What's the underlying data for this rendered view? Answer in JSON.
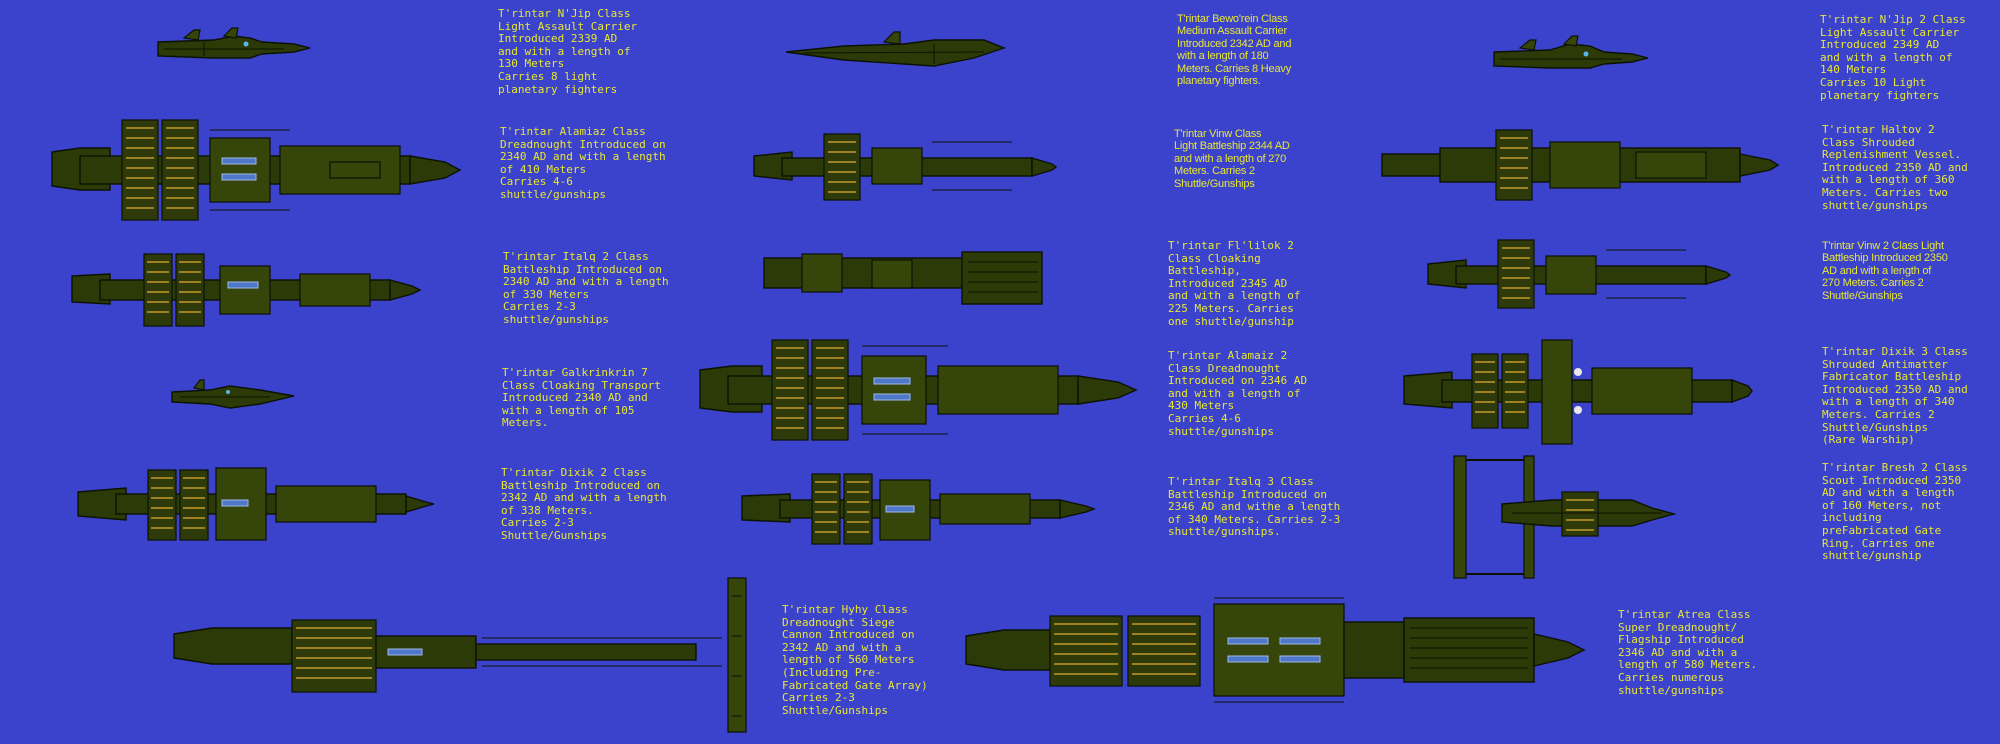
{
  "palette": {
    "background": "#3b42cc",
    "caption": "#e8e832",
    "hull": "#2c3a08",
    "pod_stripe": "#c49a2a"
  },
  "captions": {
    "njip": "T'rintar N'Jip Class\nLight Assault Carrier\nIntroduced 2339 AD\nand with a length of\n130 Meters\nCarries 8 light\nplanetary fighters",
    "alamiaz": "T'rintar Alamiaz Class\nDreadnought Introduced on\n2340 AD and with a length\nof 410 Meters\nCarries 4-6\nshuttle/gunships",
    "italq2": "T'rintar Italq 2 Class\nBattleship Introduced on\n2340 AD and with a length\nof 330 Meters\nCarries 2-3\nshuttle/gunships",
    "galkrinkrin": "T'rintar Galkrinkrin 7\nClass Cloaking Transport\nIntroduced 2340 AD and\nwith a length of 105\nMeters.",
    "dixik2": "T'rintar Dixik 2 Class\nBattleship Introduced on\n2342 AD and with a length\nof 338 Meters.\nCarries 2-3\nShuttle/Gunships",
    "bewo": "T'rintar Bewo'rein Class\nMedium Assault Carrier\nIntroduced 2342 AD and\nwith a length of 180\nMeters. Carries 8 Heavy\nplanetary fighters.",
    "vinw": "T'rintar Vinw Class\nLight Battleship 2344 AD\nand with a length of 270\nMeters. Carries 2\nShuttle/Gunships",
    "flilok2": "T'rintar Fl'lilok 2\nClass Cloaking\nBattleship,\nIntroduced 2345 AD\nand with a length of\n225 Meters. Carries\none shuttle/gunship",
    "alamaiz2": "T'rintar Alamaiz 2\nClass Dreadnought\nIntroduced on 2346 AD\nand with a length of\n430 Meters\nCarries 4-6\nshuttle/gunships",
    "italq3": "T'rintar Italq 3 Class\nBattleship Introduced on\n2346 AD and withe a length\nof 340 Meters. Carries 2-3\nshuttle/gunships.",
    "hyhy": "T'rintar Hyhy Class\nDreadnought Siege\nCannon Introduced on\n2342 AD and with a\nlength of 560 Meters\n(Including Pre-\nFabricated Gate Array)\nCarries 2-3\nShuttle/Gunships",
    "njip2": "T'rintar N'Jip 2 Class\nLight Assault Carrier\nIntroduced 2349 AD\nand with a length of\n140 Meters\nCarries 10 Light\nplanetary fighters",
    "haltov2": "T'rintar Haltov 2\nClass Shrouded\nReplenishment Vessel.\nIntroduced 2350 AD and\nwith a length of 360\nMeters. Carries two\nshuttle/gunships",
    "vinw2": "T'rintar Vinw 2 Class Light\nBattleship Introduced 2350\nAD and with a length of\n270 Meters. Carries 2\nShuttle/Gunships",
    "dixik3": "T'rintar Dixik 3 Class\nShrouded Antimatter\nFabricator Battleship\nIntroduced 2350 AD and\nwith a length of 340\nMeters. Carries 2\nShuttle/Gunships\n(Rare Warship)",
    "bresh2": "T'rintar Bresh 2 Class\nScout Introduced 2350\nAD and with a length\nof 160 Meters, not\nincluding\npreFabricated Gate\nRing. Carries one\nshuttle/gunship",
    "atrea": "T'rintar Atrea Class\nSuper Dreadnought/\nFlagship Introduced\n2346 AD and with a\nlength of 580 Meters.\nCarries numerous\nshuttle/gunships"
  }
}
